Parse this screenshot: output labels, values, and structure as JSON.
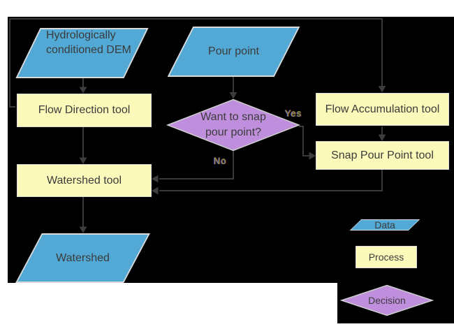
{
  "diagram": {
    "nodes": {
      "dem": {
        "label": "Hydrologically conditioned DEM",
        "type": "data"
      },
      "pour_point": {
        "label": "Pour point",
        "type": "data"
      },
      "flow_direction": {
        "label": "Flow Direction tool",
        "type": "process"
      },
      "flow_accumulation": {
        "label": "Flow Accumulation tool",
        "type": "process"
      },
      "snap_pour_point": {
        "label": "Snap Pour Point tool",
        "type": "process"
      },
      "snap_decision": {
        "label": "Want to snap pour point?",
        "type": "decision"
      },
      "watershed_tool": {
        "label": "Watershed tool",
        "type": "process"
      },
      "watershed": {
        "label": "Watershed",
        "type": "data"
      }
    },
    "edge_labels": {
      "yes": "Yes",
      "no": "No"
    },
    "edges": [
      {
        "from": "dem",
        "to": "flow_direction"
      },
      {
        "from": "pour_point",
        "to": "snap_decision"
      },
      {
        "from": "flow_direction",
        "to": "flow_accumulation"
      },
      {
        "from": "flow_direction",
        "to": "watershed_tool"
      },
      {
        "from": "flow_accumulation",
        "to": "snap_pour_point"
      },
      {
        "from": "snap_decision",
        "to": "snap_pour_point",
        "label": "Yes"
      },
      {
        "from": "snap_decision",
        "to": "watershed_tool",
        "label": "No"
      },
      {
        "from": "snap_pour_point",
        "to": "watershed_tool"
      },
      {
        "from": "watershed_tool",
        "to": "watershed"
      }
    ],
    "legend": {
      "data": "Data",
      "process": "Process",
      "decision": "Decision"
    },
    "colors": {
      "data_fill": "#52A9D6",
      "process_fill": "#FBFABA",
      "decision_fill": "#BF8EDC",
      "shape_border": "#D9D9D9",
      "connector": "#3A3A3A",
      "canvas_bg": "#000000",
      "page_bg": "#FFFFFF",
      "text": "#3B3B3B"
    }
  }
}
